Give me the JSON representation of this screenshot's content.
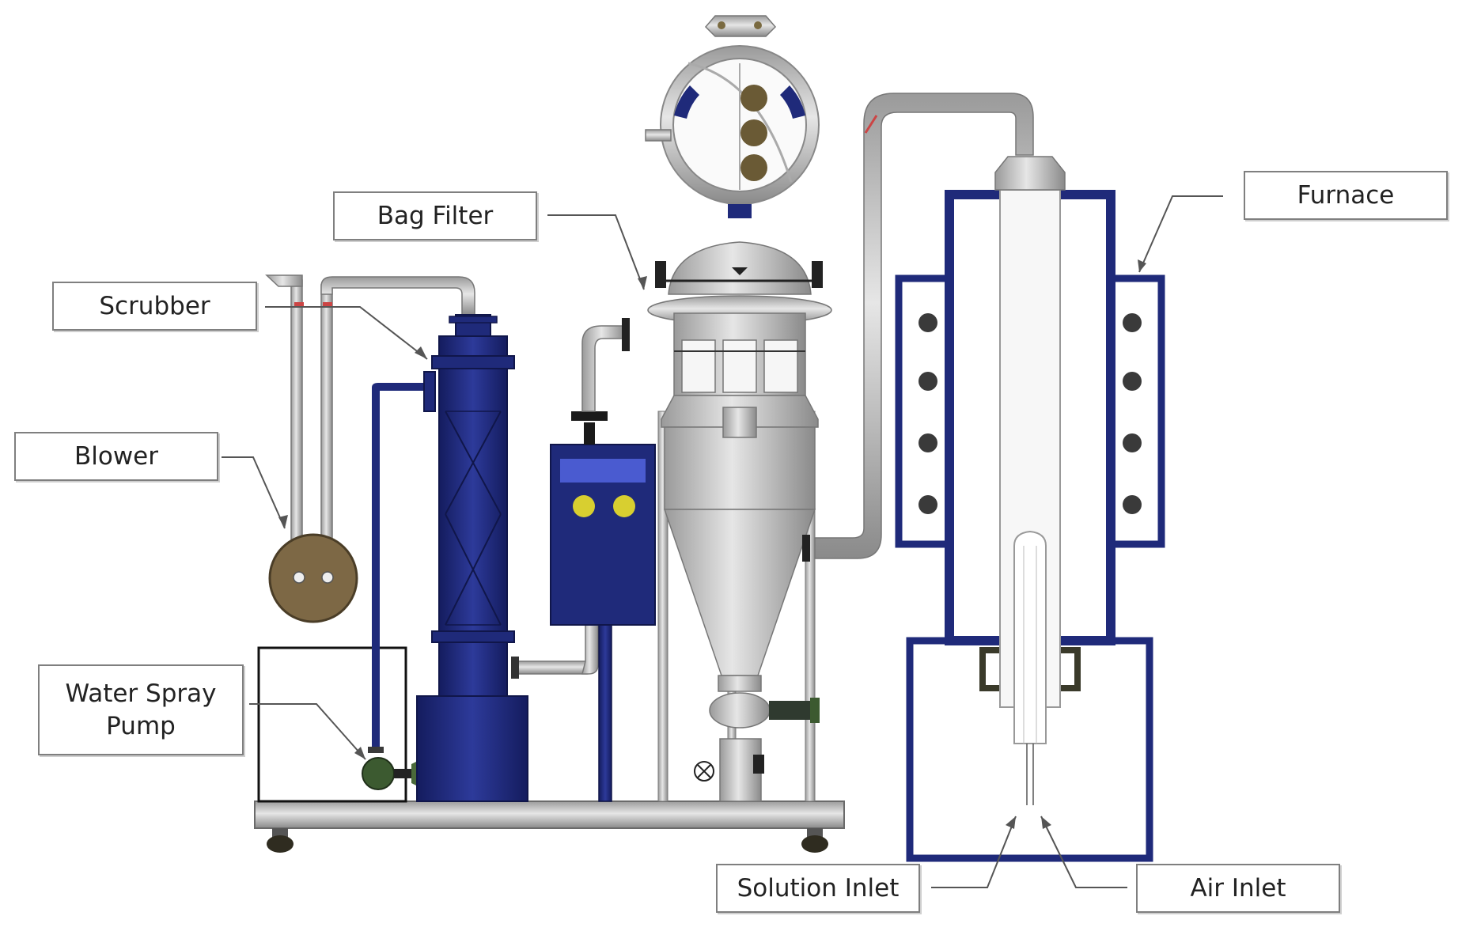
{
  "labels": {
    "bag_filter": "Bag Filter",
    "scrubber": "Scrubber",
    "blower": "Blower",
    "water_spray_pump": [
      "Water Spray",
      "Pump"
    ],
    "furnace": "Furnace",
    "solution_inlet": "Solution Inlet",
    "air_inlet": "Air Inlet"
  },
  "colors": {
    "navy": "#1f2a7a",
    "steel": "#c8c8c8",
    "steel_dark": "#8f8f8f",
    "blower_brown": "#7d6845",
    "pump_green": "#3c5a30",
    "indicator_yellow": "#d8cf30",
    "heater_dot": "#3a3a3a"
  }
}
